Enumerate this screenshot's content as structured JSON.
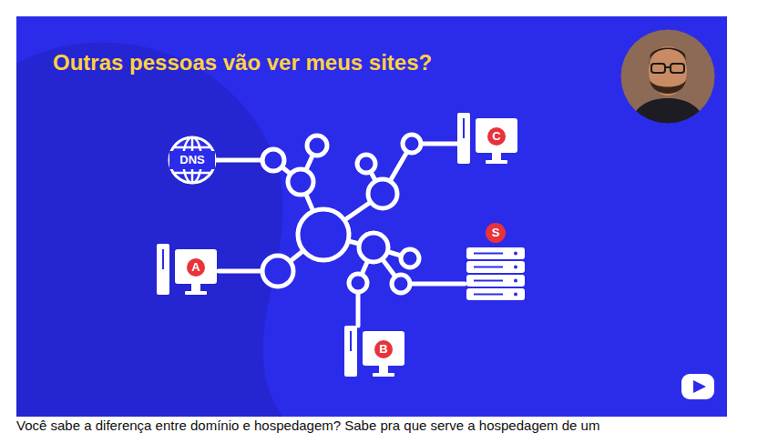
{
  "diagram": {
    "title": "Outras pessoas vão ver meus sites?",
    "caption": "Você sabe a diferença entre domínio e hospedagem? Sabe pra que serve a hospedagem de um",
    "nodes": [
      {
        "text": [
          "DNS"
        ]
      },
      {
        "text": [
          "C"
        ]
      },
      {
        "text": [
          "A"
        ]
      },
      {
        "text": [
          "S"
        ]
      },
      {
        "text": [
          "B"
        ]
      }
    ]
  }
}
